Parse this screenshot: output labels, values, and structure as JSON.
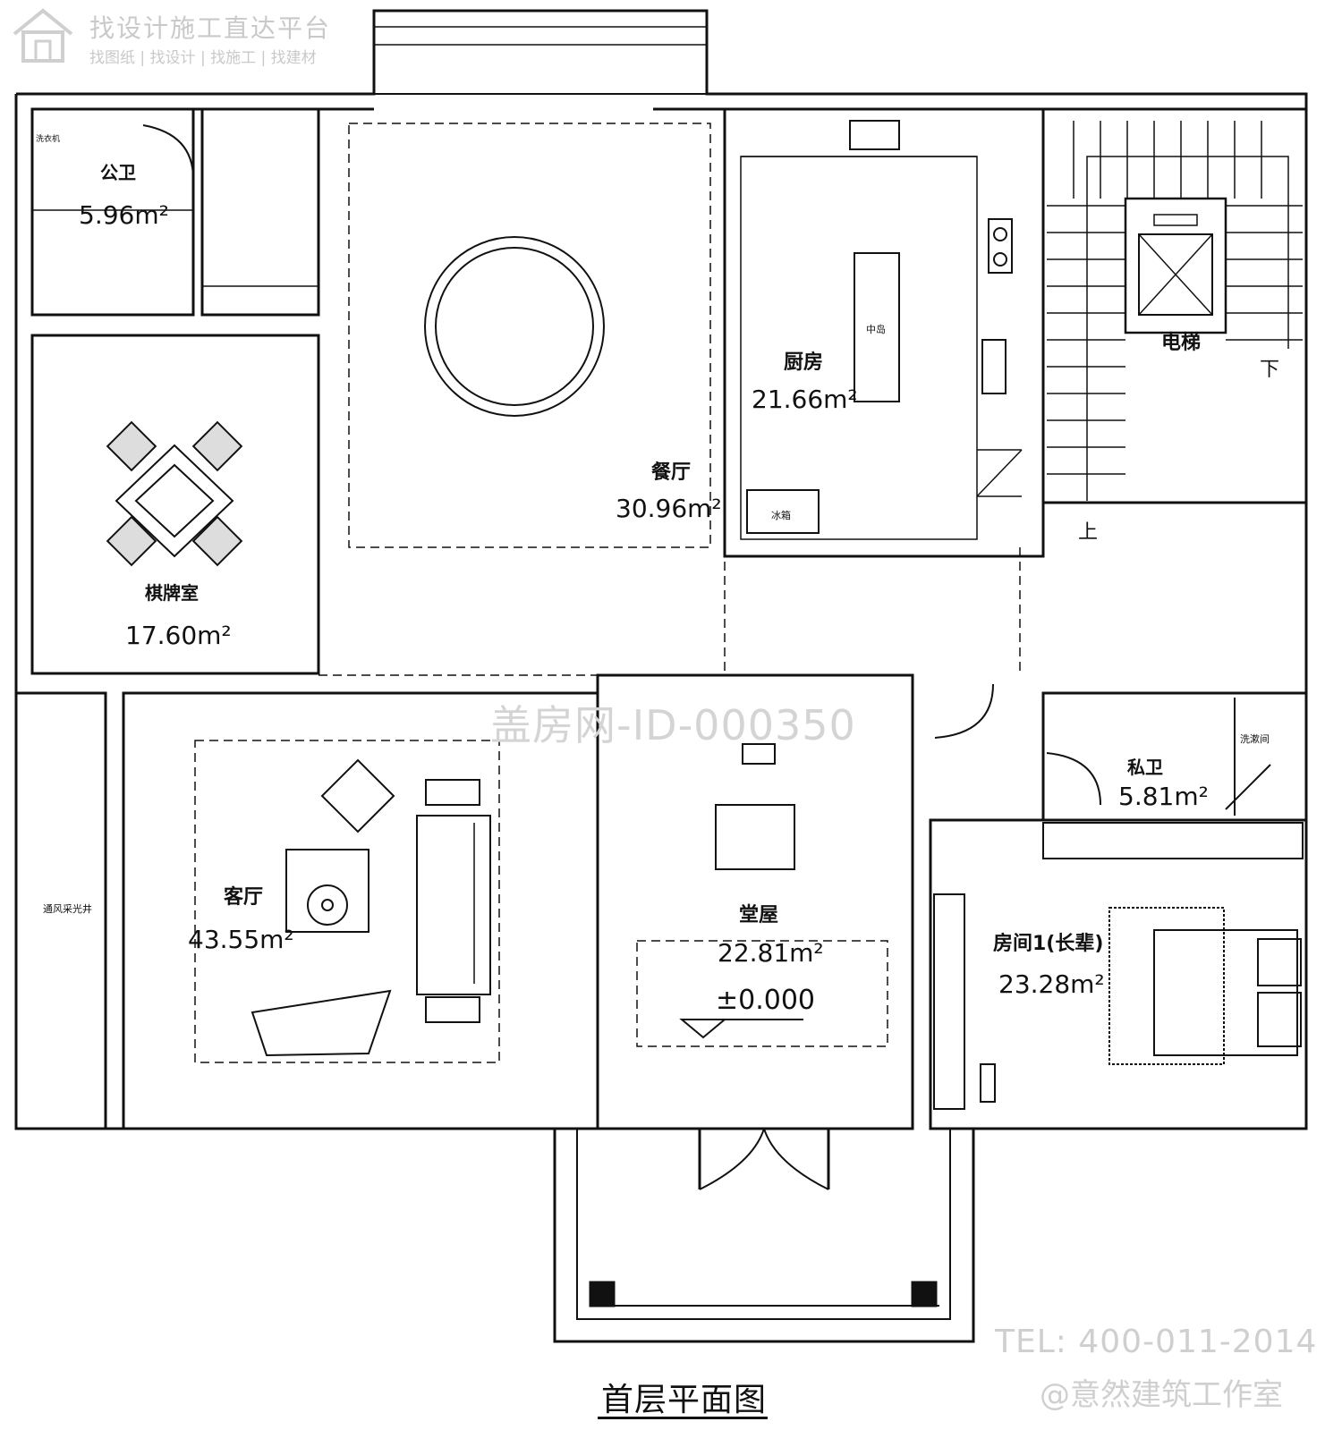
{
  "drawing_title": "首层平面图",
  "rooms": {
    "public_wc": {
      "name": "公卫",
      "area": "5.96m²"
    },
    "chess_room": {
      "name": "棋牌室",
      "area": "17.60m²"
    },
    "dining": {
      "name": "餐厅",
      "area": "30.96m²"
    },
    "kitchen": {
      "name": "厨房",
      "area": "21.66m²"
    },
    "elevator": {
      "name": "电梯"
    },
    "living": {
      "name": "客厅",
      "area": "43.55m²"
    },
    "hall": {
      "name": "堂屋",
      "area": "22.81m²",
      "elevation": "±0.000"
    },
    "private_wc": {
      "name": "私卫",
      "area": "5.81m²"
    },
    "bedroom1": {
      "name": "房间1(长辈)",
      "area": "23.28m²"
    }
  },
  "labels": {
    "stair_up": "上",
    "stair_down": "下",
    "island": "中岛",
    "fridge": "冰箱",
    "laundry": "洗衣机",
    "west_corridor": "通风采光井",
    "washroom": "洗漱间"
  },
  "watermarks": {
    "brand": "找设计施工直达平台",
    "sub": "找图纸 | 找设计 | 找施工 | 找建材",
    "id": "盖房网-ID-000350",
    "tel": "TEL: 400-011-2014",
    "studio": "@意然建筑工作室"
  }
}
